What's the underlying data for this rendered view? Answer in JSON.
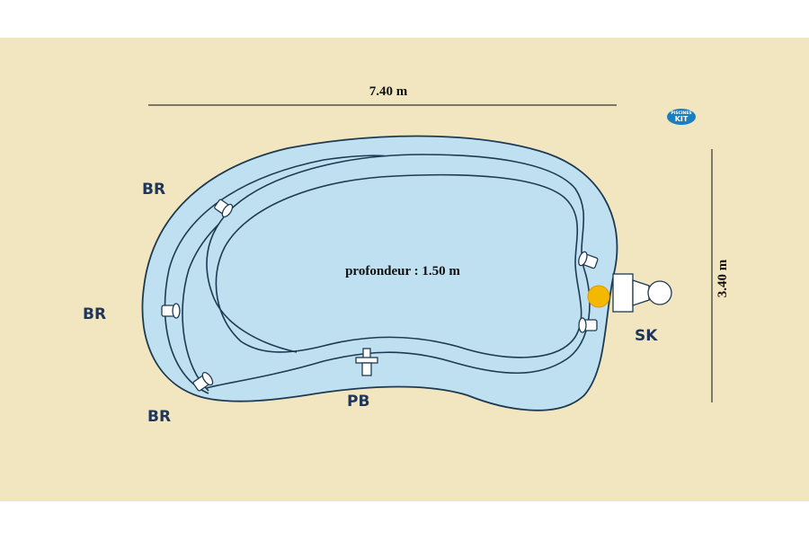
{
  "colors": {
    "background": "#f2e6c0",
    "water": "#bfe0f0",
    "outline": "#1d3a52",
    "accessory": "#ffffff",
    "light": "#f5b800",
    "label": "#1f3559",
    "logo": "#1a7fc1"
  },
  "dimensions": {
    "length": "7.40 m",
    "width": "3.40 m",
    "depth": "profondeur : 1.50 m"
  },
  "labels": {
    "br_top": "BR",
    "br_mid": "BR",
    "br_bottom": "BR",
    "pb": "PB",
    "sk": "SK"
  },
  "logo": {
    "line1": "PISCINES",
    "line2": "KIT"
  },
  "icons": [
    "return-nozzle-icon",
    "main-drain-icon",
    "skimmer-icon",
    "pool-light-icon"
  ]
}
